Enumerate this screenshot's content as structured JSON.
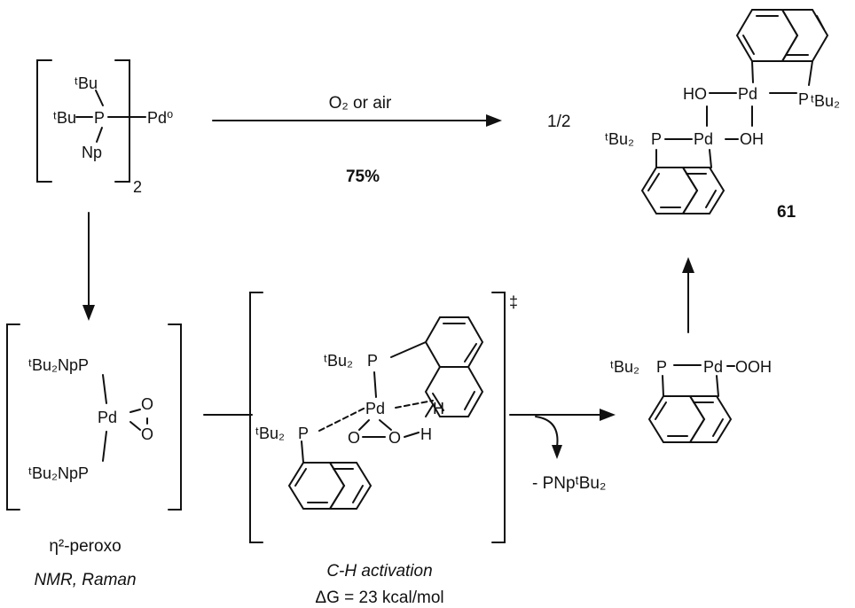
{
  "reagents": {
    "main_arrow_label": "O₂ or air",
    "main_arrow_yield": "75%"
  },
  "product": {
    "stoich": "1/2",
    "compound_number": "61"
  },
  "dimer": {
    "subscript": "2"
  },
  "peroxo": {
    "caption_line1": "η²-peroxo",
    "caption_line2": "NMR, Raman"
  },
  "transition_state": {
    "dagger": "‡",
    "caption_line1": "C-H activation",
    "caption_line2": "ΔG = 23 kcal/mol"
  },
  "byproduct": {
    "label": "- PNpᵗBu₂"
  },
  "atoms": {
    "tBu": "ᵗBu",
    "tBu2": "ᵗBu₂",
    "P": "P",
    "Pd0": "Pd⁰",
    "Pd": "Pd",
    "Np": "Np",
    "HO": "HO",
    "OH": "OH",
    "O": "O",
    "H": "H",
    "OOH": "OOH",
    "tBu2NpP": "ᵗBu₂NpP"
  }
}
